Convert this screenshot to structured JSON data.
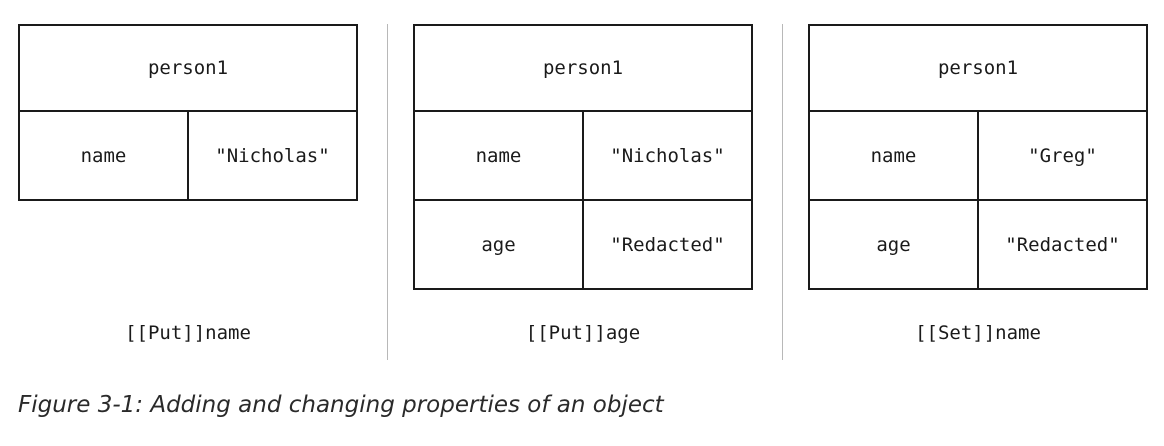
{
  "panels": [
    {
      "title": "person1",
      "rows": [
        {
          "key": "name",
          "value": "\"Nicholas\""
        }
      ],
      "operation": "[[Put]]name"
    },
    {
      "title": "person1",
      "rows": [
        {
          "key": "name",
          "value": "\"Nicholas\""
        },
        {
          "key": "age",
          "value": "\"Redacted\""
        }
      ],
      "operation": "[[Put]]age"
    },
    {
      "title": "person1",
      "rows": [
        {
          "key": "name",
          "value": "\"Greg\""
        },
        {
          "key": "age",
          "value": "\"Redacted\""
        }
      ],
      "operation": "[[Set]]name"
    }
  ],
  "caption": "Figure 3-1: Adding and changing properties of an object"
}
